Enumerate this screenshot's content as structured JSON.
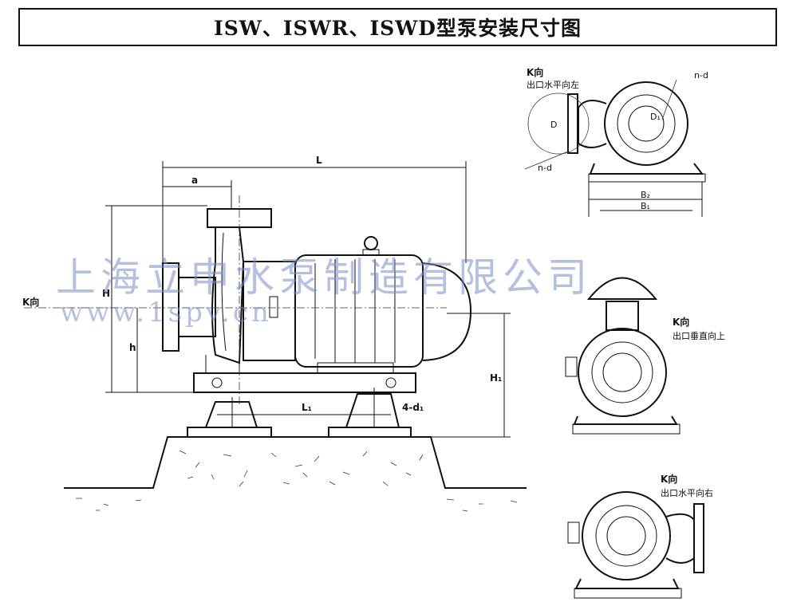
{
  "title": "ISW、ISWR、ISWD型泵安装尺寸图",
  "watermark": {
    "company": "上海立申水泵制造有限公司",
    "url": "www.1spv.cn"
  },
  "main_view": {
    "dimension_labels": {
      "L": "L",
      "a": "a",
      "H": "H",
      "h": "h",
      "H1": "H₁",
      "L1": "L₁",
      "holes": "4-d₁"
    },
    "direction_label": "K向"
  },
  "views": [
    {
      "label": "K向",
      "caption": "出口水平向左",
      "dims": {
        "n_d_top": "n-d",
        "n_d_left": "n-d",
        "B2": "B₂",
        "B1": "B₁",
        "D": "D",
        "D1": "D₁"
      }
    },
    {
      "label": "K向",
      "caption": "出口垂直向上"
    },
    {
      "label": "K向",
      "caption": "出口水平向右"
    }
  ]
}
